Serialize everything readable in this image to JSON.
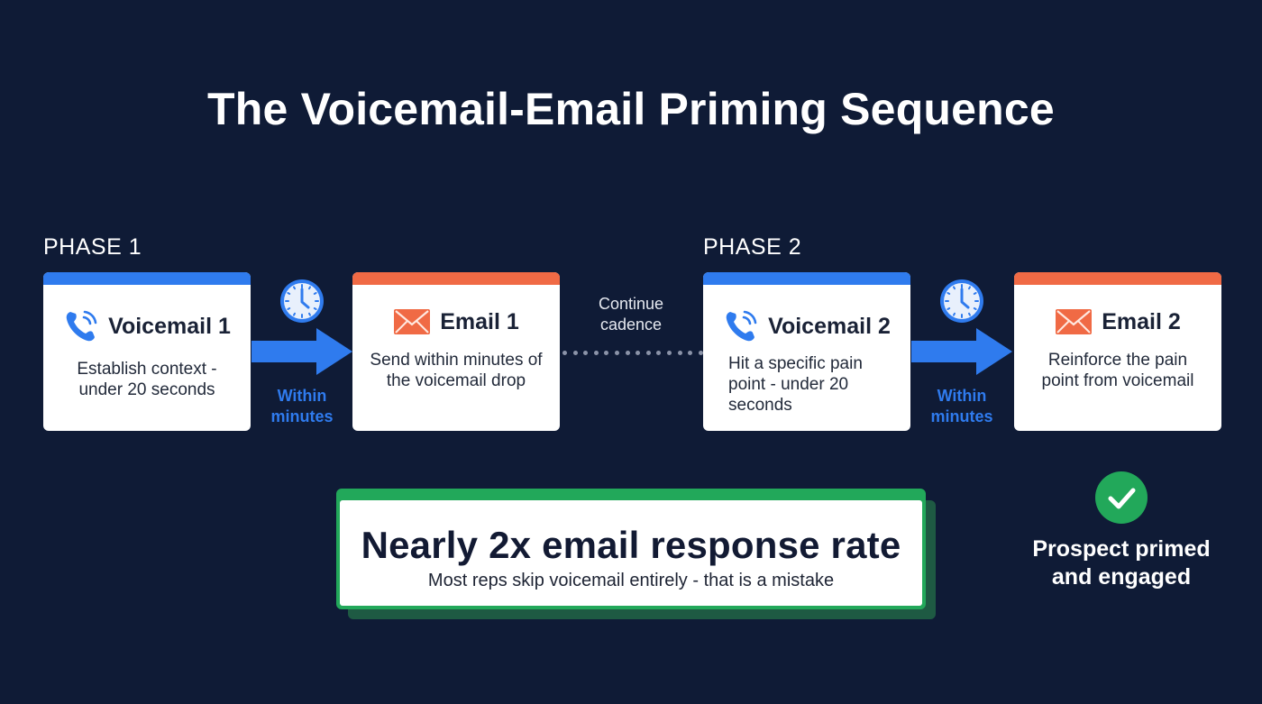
{
  "title": "The Voicemail-Email Priming Sequence",
  "colors": {
    "background": "#0f1b36",
    "voicemail_accent": "#2f7bee",
    "email_accent": "#f06a45",
    "success": "#22a85a",
    "success_shadow": "#1e5a43",
    "card_text": "#1a2236"
  },
  "phases": [
    {
      "label": "PHASE 1"
    },
    {
      "label": "PHASE 2"
    }
  ],
  "steps": [
    {
      "type": "voicemail",
      "icon": "phone-ringing-icon",
      "title": "Voicemail 1",
      "description": "Establish context - under 20 seconds"
    },
    {
      "type": "email",
      "icon": "envelope-icon",
      "title": "Email 1",
      "description": "Send within minutes of the voicemail drop"
    },
    {
      "type": "voicemail",
      "icon": "phone-ringing-icon",
      "title": "Voicemail 2",
      "description": "Hit a specific pain point - under 20 seconds"
    },
    {
      "type": "email",
      "icon": "envelope-icon",
      "title": "Email 2",
      "description": "Reinforce the pain point from voicemail"
    }
  ],
  "connectors": [
    {
      "icon": "clock-icon",
      "label_line1": "Within",
      "label_line2": "minutes"
    },
    {
      "icon": "clock-icon",
      "label_line1": "Within",
      "label_line2": "minutes"
    }
  ],
  "cadence": {
    "line1": "Continue",
    "line2": "cadence",
    "dot_count": 14
  },
  "stat": {
    "headline": "Nearly 2x email response rate",
    "subtext": "Most reps skip voicemail entirely - that is a mistake"
  },
  "outcome": {
    "icon": "checkmark-icon",
    "line1": "Prospect primed",
    "line2": "and engaged"
  }
}
